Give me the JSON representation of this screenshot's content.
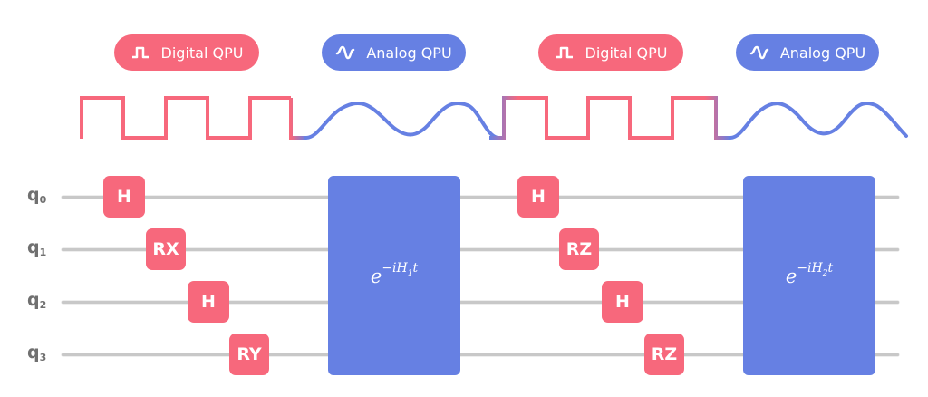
{
  "colors": {
    "digital": "#f7687c",
    "analog": "#6680e3",
    "wire": "#c8c8c8",
    "label": "#707070"
  },
  "pills": [
    {
      "type": "digital",
      "label": "Digital QPU",
      "icon": "square-wave-icon"
    },
    {
      "type": "analog",
      "label": "Analog QPU",
      "icon": "sine-wave-icon"
    },
    {
      "type": "digital",
      "label": "Digital QPU",
      "icon": "square-wave-icon"
    },
    {
      "type": "analog",
      "label": "Analog QPU",
      "icon": "sine-wave-icon"
    }
  ],
  "waveform": {
    "segments": [
      {
        "type": "square",
        "periods": 3
      },
      {
        "type": "sine",
        "periods": 2
      },
      {
        "type": "square",
        "periods": 3
      },
      {
        "type": "sine",
        "periods": 2
      }
    ]
  },
  "qubits": [
    {
      "name": "q",
      "index": "0"
    },
    {
      "name": "q",
      "index": "1"
    },
    {
      "name": "q",
      "index": "2"
    },
    {
      "name": "q",
      "index": "3"
    }
  ],
  "gates": [
    {
      "label": "H",
      "qubit": 0,
      "step": 0
    },
    {
      "label": "RX",
      "qubit": 1,
      "step": 1
    },
    {
      "label": "H",
      "qubit": 2,
      "step": 2
    },
    {
      "label": "RY",
      "qubit": 3,
      "step": 3
    },
    {
      "label": "H",
      "qubit": 0,
      "step": 0
    },
    {
      "label": "RZ",
      "qubit": 1,
      "step": 1
    },
    {
      "label": "H",
      "qubit": 2,
      "step": 2
    },
    {
      "label": "RZ",
      "qubit": 3,
      "step": 3
    }
  ],
  "analog_blocks": [
    {
      "base": "e",
      "exponent_prefix": "−iH",
      "subscript": "1",
      "exponent_suffix": "t"
    },
    {
      "base": "e",
      "exponent_prefix": "−iH",
      "subscript": "2",
      "exponent_suffix": "t"
    }
  ]
}
